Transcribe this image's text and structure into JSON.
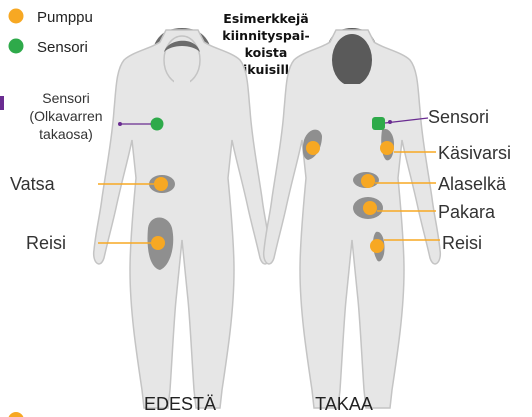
{
  "legend": {
    "pump_label": "Pumppu",
    "sensor_label": "Sensori"
  },
  "title_lines": [
    "Esimerkkejä",
    "kiinnityspai-",
    "koista",
    "aikuisilla"
  ],
  "front": {
    "sensor_label_lines": [
      "Sensori",
      "(Olkavarren",
      "takaosa)"
    ],
    "abdomen_label": "Vatsa",
    "thigh_label": "Reisi",
    "view_label": "EDESTÄ"
  },
  "back": {
    "sensor_label": "Sensori",
    "arm_label": "Käsivarsi",
    "lower_back_label": "Alaselkä",
    "buttock_label": "Pakara",
    "thigh_label": "Reisi",
    "view_label": "TAKAA"
  },
  "colors": {
    "pump": "#f7a823",
    "sensor": "#2eaa4a",
    "body": "#e6e6e6",
    "outline": "#c4c4c4",
    "site": "#8f8f8f",
    "hair_front": "#6b6b6b",
    "hair_back": "#5a5a5a",
    "sensor_leader": "#6a2c91"
  }
}
